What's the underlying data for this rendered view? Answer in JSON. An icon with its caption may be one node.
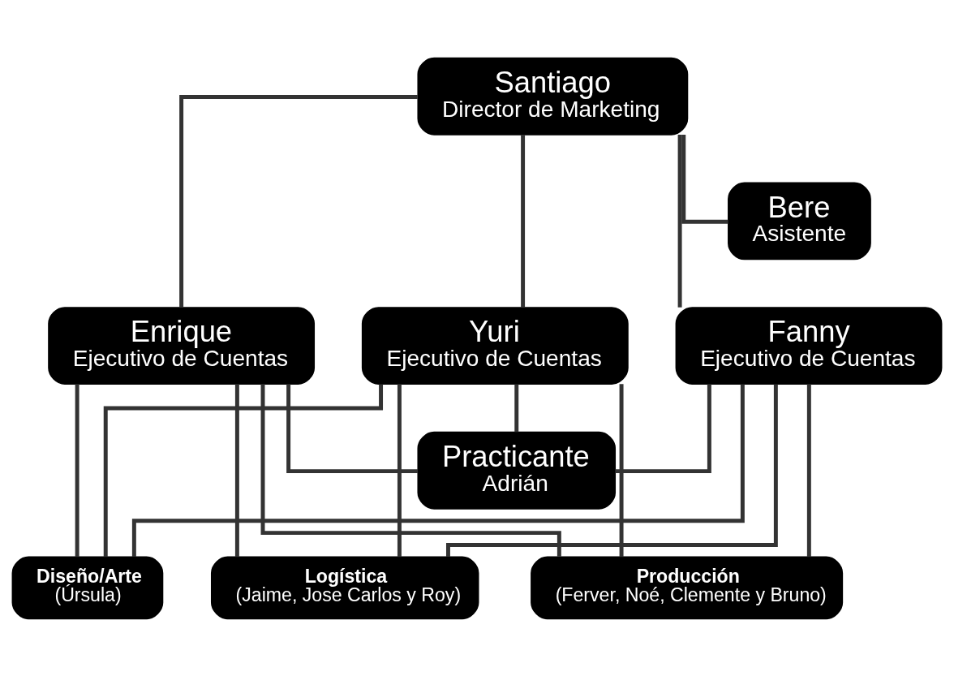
{
  "diagram": {
    "nodes": [
      {
        "text": [
          "Santiago",
          "Director de Marketing"
        ]
      },
      {
        "text": [
          "Bere",
          "Asistente"
        ]
      },
      {
        "text": [
          "Enrique",
          "Ejecutivo de Cuentas"
        ]
      },
      {
        "text": [
          "Fanny",
          "Ejecutivo de Cuentas"
        ]
      },
      {
        "text": [
          "Yuri",
          "Ejecutivo de Cuentas"
        ]
      },
      {
        "text": [
          "Practicante",
          "Adrián"
        ]
      },
      {
        "text": [
          "Logística",
          "(Jaime, Jose Carlos y Roy)"
        ]
      },
      {
        "text": [
          "Producción",
          "(Ferver, Noé, Clemente y Bruno)"
        ]
      },
      {
        "text": [
          "Diseño/Arte",
          "(Úrsula)"
        ]
      }
    ],
    "edges": [
      {
        "from": 0,
        "to": 1,
        "arrow": "none"
      },
      {
        "from": 0,
        "to": 2,
        "arrow": "none"
      },
      {
        "from": 0,
        "to": 3,
        "arrow": "none"
      },
      {
        "from": 0,
        "to": 4,
        "arrow": "none"
      },
      {
        "from": 2,
        "to": 5,
        "arrow": "none"
      },
      {
        "from": 3,
        "to": 5,
        "arrow": "none"
      },
      {
        "from": 4,
        "to": 5,
        "arrow": "none"
      },
      {
        "from": 2,
        "to": 6,
        "arrow": "none"
      },
      {
        "from": 3,
        "to": 6,
        "arrow": "none"
      },
      {
        "from": 4,
        "to": 6,
        "arrow": "none"
      },
      {
        "from": 2,
        "to": 7,
        "arrow": "none"
      },
      {
        "from": 3,
        "to": 7,
        "arrow": "none"
      },
      {
        "from": 4,
        "to": 7,
        "arrow": "none"
      },
      {
        "from": 2,
        "to": 8,
        "arrow": "none"
      },
      {
        "from": 3,
        "to": 8,
        "arrow": "none"
      },
      {
        "from": 4,
        "to": 8,
        "arrow": "none"
      }
    ]
  }
}
